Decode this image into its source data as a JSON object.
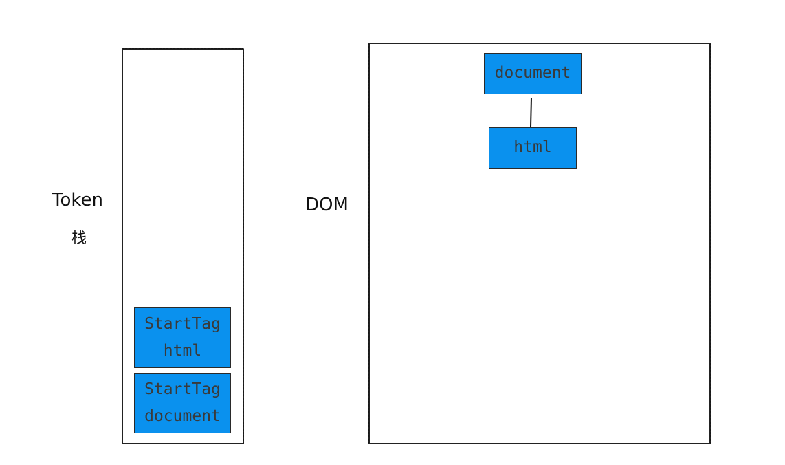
{
  "labels": {
    "token": "Token",
    "stack": "栈",
    "dom": "DOM"
  },
  "token_stack": {
    "items": [
      {
        "line1": "StartTag",
        "line2": "html"
      },
      {
        "line1": "StartTag",
        "line2": "document"
      }
    ]
  },
  "dom_tree": {
    "nodes": [
      {
        "label": "document"
      },
      {
        "label": "html"
      }
    ]
  },
  "colors": {
    "box_fill": "#0a91ee",
    "box_text": "#3a3a3a",
    "stroke": "#222222"
  }
}
